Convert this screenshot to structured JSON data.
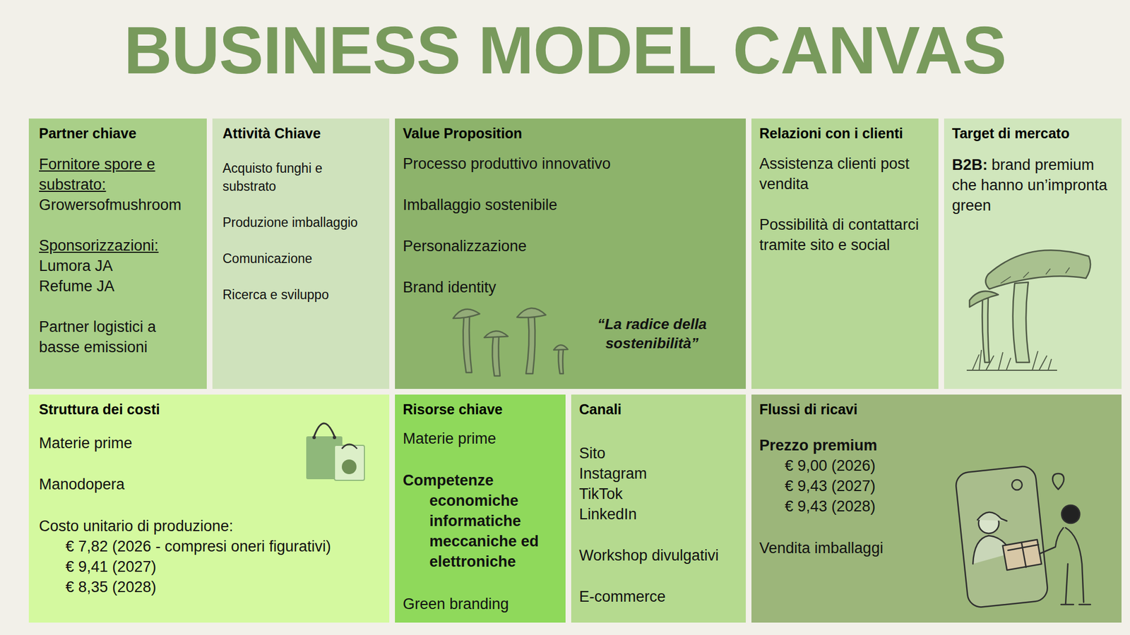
{
  "diagram": {
    "title": "BUSINESS MODEL CANVAS",
    "nodes": [
      {
        "text": [
          "Partner chiave",
          "Fornitore spore e substrato:",
          "Growersofmushroom",
          "Sponsorizzazioni:",
          "Lumora JA",
          "Refume JA",
          "Partner logistici a basse emissioni"
        ]
      },
      {
        "text": [
          "Attività Chiave",
          "Acquisto funghi e substrato",
          "Produzione imballaggio",
          "Comunicazione",
          "Ricerca e sviluppo"
        ]
      },
      {
        "text": [
          "Value Proposition",
          "Processo produttivo innovativo",
          "Imballaggio sostenibile",
          "Personalizzazione",
          "Brand identity",
          "“La radice della sostenibilità”"
        ]
      },
      {
        "text": [
          "Relazioni con i clienti",
          "Assistenza clienti post vendita",
          "Possibilità di contattarci tramite sito e social"
        ]
      },
      {
        "text": [
          "Target di mercato",
          "B2B:",
          "brand premium che hanno un’impronta green"
        ]
      },
      {
        "text": [
          "Struttura dei costi",
          "Materie prime",
          "Manodopera",
          "Costo unitario di produzione:",
          "€ 7,82 (2026 - compresi oneri figurativi)",
          "€ 9,41 (2027)",
          "€ 8,35 (2028)"
        ]
      },
      {
        "text": [
          "Risorse chiave",
          "Materie prime",
          "Competenze",
          "economiche",
          "informatiche",
          "meccaniche ed elettroniche",
          "Green branding"
        ]
      },
      {
        "text": [
          "Canali",
          "Sito",
          "Instagram",
          "TikTok",
          "LinkedIn",
          "Workshop divulgativi",
          "E-commerce"
        ]
      },
      {
        "text": [
          "Flussi di ricavi",
          "Prezzo premium",
          "€ 9,00 (2026)",
          "€ 9,43 (2027)",
          "€ 9,43 (2028)",
          "Vendita imballaggi"
        ]
      }
    ]
  }
}
